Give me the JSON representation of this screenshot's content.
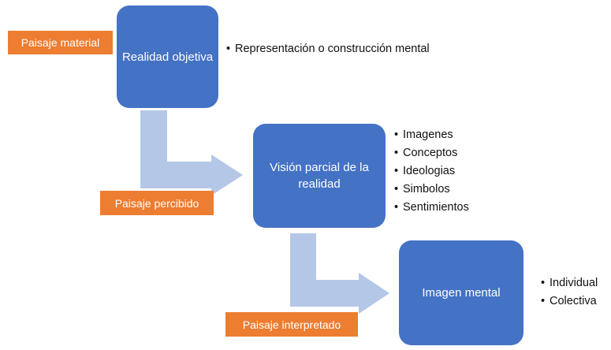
{
  "colors": {
    "box": "#4472c4",
    "tag": "#ed7d31",
    "arrow": "#b4c7e7",
    "text_on_box": "#ffffff",
    "bullet_text": "#111111"
  },
  "nodes": {
    "realidad": {
      "label": "Realidad objetiva"
    },
    "vision": {
      "label": "Visión parcial de la realidad"
    },
    "imagen": {
      "label": "Imagen mental"
    }
  },
  "tags": {
    "material": "Paisaje material",
    "percibido": "Paisaje percibido",
    "interpretado": "Paisaje interpretado"
  },
  "bullets": {
    "realidad": [
      "Representación o construcción mental"
    ],
    "vision": [
      "Imagenes",
      "Conceptos",
      "Ideologias",
      "Simbolos",
      "Sentimientos"
    ],
    "imagen": [
      "Individual",
      "Colectiva"
    ]
  }
}
